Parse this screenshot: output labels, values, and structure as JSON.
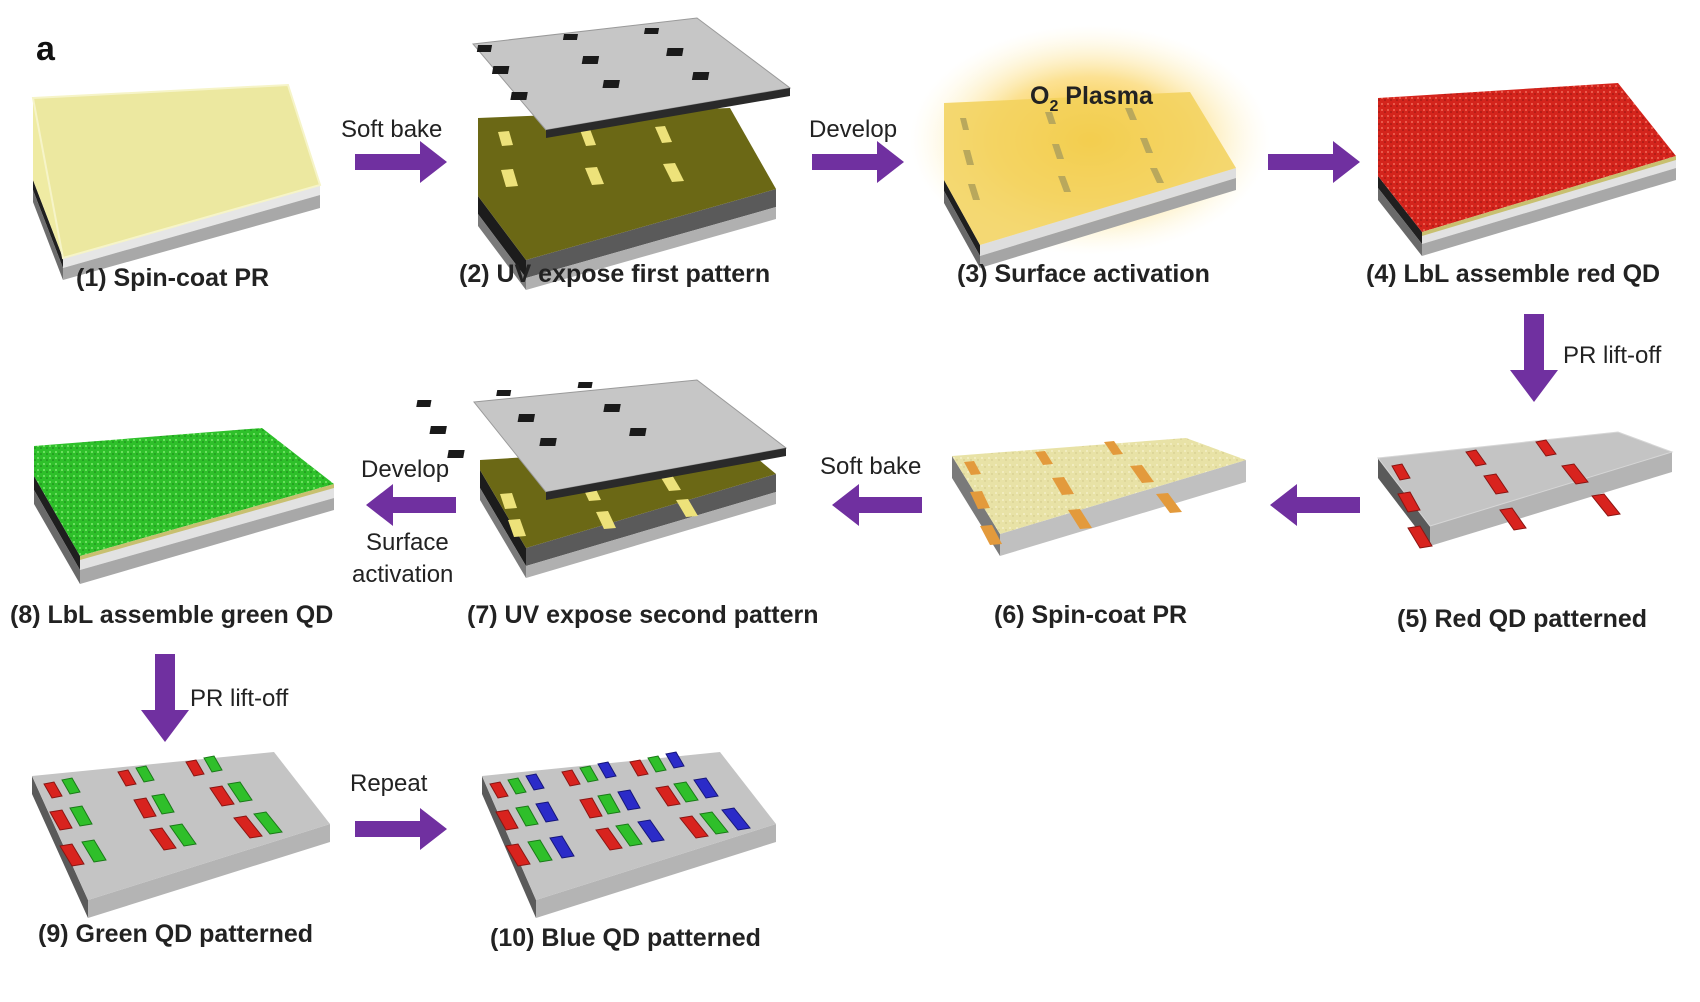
{
  "panel_label": "a",
  "plasma_label": {
    "o": "O",
    "sub": "2",
    "rest": " Plasma"
  },
  "colors": {
    "arrow": "#7030a0",
    "resist": "#ece9a6",
    "exposed_resist": "#6e6a16",
    "mask": "#c3c3c3",
    "substrate": "#bdbdbd",
    "plasma_glow": "#f6b800",
    "red_qd": "#d8231e",
    "green_qd": "#2fbf2a",
    "blue_qd": "#2b2bc8",
    "soft_baked_pr": "#e6df9c",
    "orange_pattern": "#e39a3c"
  },
  "steps": [
    {
      "caption": "(1) Spin-coat PR"
    },
    {
      "caption": "(2) UV expose first pattern"
    },
    {
      "caption": "(3) Surface activation"
    },
    {
      "caption": "(4) LbL assemble red QD"
    },
    {
      "caption": "(5) Red QD patterned"
    },
    {
      "caption": "(6) Spin-coat PR"
    },
    {
      "caption": "(7) UV expose second pattern"
    },
    {
      "caption": "(8) LbL assemble green QD"
    },
    {
      "caption": "(9) Green QD patterned"
    },
    {
      "caption": "(10) Blue QD patterned"
    }
  ],
  "transitions": {
    "t1_2": "Soft bake",
    "t2_3": "Develop",
    "t4_5": "PR lift-off",
    "t6_7": "Soft bake",
    "t7_8_top": "Develop",
    "t7_8_bottom_line1": "Surface",
    "t7_8_bottom_line2": "activation",
    "t8_9": "PR lift-off",
    "t9_10": "Repeat"
  }
}
